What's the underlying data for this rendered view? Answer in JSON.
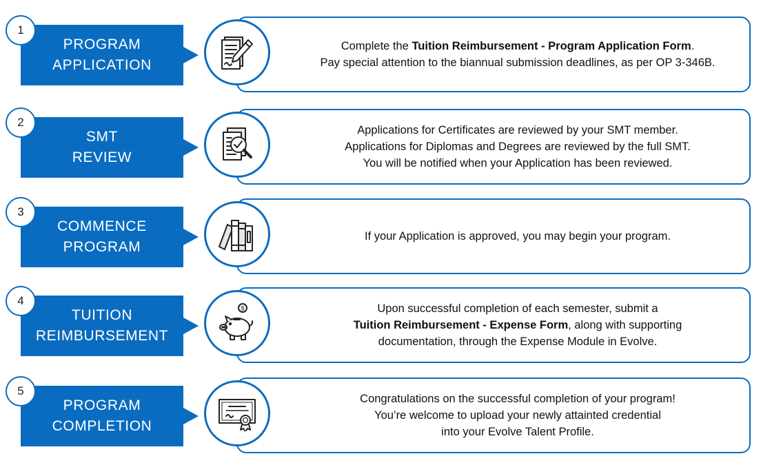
{
  "accent_color": "#0a6cc0",
  "steps": [
    {
      "number": "1",
      "label_line1": "PROGRAM",
      "label_line2": "APPLICATION",
      "icon": "form-pen-icon",
      "lines": [
        {
          "pre": "Complete the ",
          "bold": "Tuition Reimbursement - Program Application Form",
          "post": "."
        },
        {
          "pre": "Pay special attention to the biannual submission deadlines, as per OP 3-346B.",
          "bold": "",
          "post": ""
        }
      ]
    },
    {
      "number": "2",
      "label_line1": "SMT",
      "label_line2": "REVIEW",
      "icon": "document-review-icon",
      "lines": [
        {
          "pre": "Applications for Certificates are reviewed by your SMT member.",
          "bold": "",
          "post": ""
        },
        {
          "pre": "Applications for Diplomas and Degrees are reviewed by the full SMT.",
          "bold": "",
          "post": ""
        },
        {
          "pre": "You will be notified when your Application has been reviewed.",
          "bold": "",
          "post": ""
        }
      ]
    },
    {
      "number": "3",
      "label_line1": "COMMENCE",
      "label_line2": "PROGRAM",
      "icon": "books-icon",
      "lines": [
        {
          "pre": "If your Application is approved, you may begin your program.",
          "bold": "",
          "post": ""
        }
      ]
    },
    {
      "number": "4",
      "label_line1": "TUITION",
      "label_line2": "REIMBURSEMENT",
      "icon": "piggy-bank-icon",
      "lines": [
        {
          "pre": "Upon successful completion of each semester, submit a",
          "bold": "",
          "post": ""
        },
        {
          "pre": "",
          "bold": "Tuition Reimbursement - Expense Form",
          "post": ", along with supporting"
        },
        {
          "pre": "documentation, through the Expense Module in Evolve.",
          "bold": "",
          "post": ""
        }
      ]
    },
    {
      "number": "5",
      "label_line1": "PROGRAM",
      "label_line2": "COMPLETION",
      "icon": "certificate-icon",
      "lines": [
        {
          "pre": "Congratulations on the successful completion of your program!",
          "bold": "",
          "post": ""
        },
        {
          "pre": "You’re welcome to upload your newly attainted credential",
          "bold": "",
          "post": ""
        },
        {
          "pre": "into your Evolve Talent Profile.",
          "bold": "",
          "post": ""
        }
      ]
    }
  ]
}
